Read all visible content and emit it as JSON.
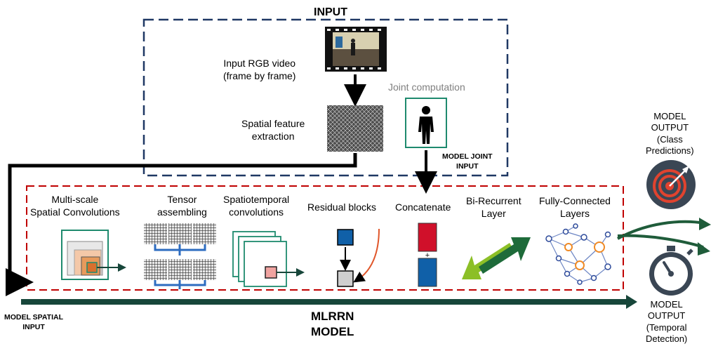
{
  "input_title": "INPUT",
  "input_rgb_label": [
    "Input RGB video",
    "(frame by frame)"
  ],
  "joint_computation_label": "Joint computation",
  "spatial_feature_label": [
    "Spatial feature",
    "extraction"
  ],
  "model_joint_input_label": [
    "MODEL JOINT",
    "INPUT"
  ],
  "model_spatial_input_label": [
    "MODEL SPATIAL",
    "INPUT"
  ],
  "stages": [
    {
      "label": [
        "Multi-scale",
        "Spatial Convolutions"
      ]
    },
    {
      "label": [
        "Tensor",
        "assembling"
      ]
    },
    {
      "label": [
        "Spatiotemporal",
        "convolutions"
      ]
    },
    {
      "label": [
        "Residual blocks"
      ]
    },
    {
      "label": [
        "Concatenate"
      ]
    },
    {
      "label": [
        "Bi-Recurrent",
        "Layer"
      ]
    },
    {
      "label": [
        "Fully-Connected",
        "Layers"
      ]
    }
  ],
  "concat_symbol": "+",
  "model_name": [
    "MLRRN",
    "MODEL"
  ],
  "output_class_label": [
    "MODEL",
    "OUTPUT",
    "(Class",
    "Predictions)"
  ],
  "output_temporal_label": [
    "MODEL",
    "OUTPUT",
    "(Temporal",
    "Detection)"
  ],
  "colors": {
    "input_box_border": "#1f3864",
    "model_box_border": "#c00000",
    "model_arrow": "#17463a",
    "output_arrow": "#1f5c3a",
    "teal_frame": "#1e8a6e",
    "blue_block": "#1060a8",
    "red_block": "#d0102a",
    "gray_block": "#cfcfcf",
    "orange_node": "#f08a24",
    "pink_square": "#f0a3a0",
    "bracket_blue": "#2d6cc0",
    "target_bg": "#3a4654",
    "target_red": "#e0432f",
    "green_light": "#8cbf27",
    "green_dark": "#1e6b3a",
    "person_color": "#000000"
  }
}
